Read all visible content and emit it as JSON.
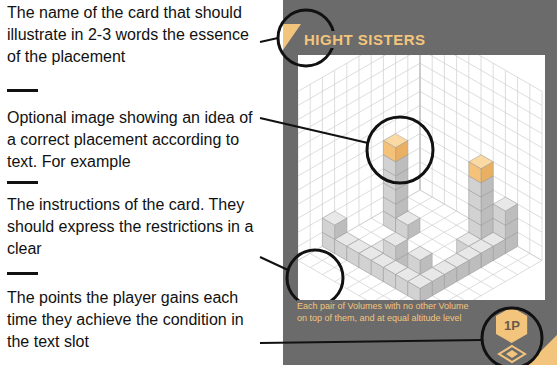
{
  "diagram": {
    "nodes": [
      {
        "text": [
          "HIGHT SISTERS",
          "Each pair of Volumes with no other Volume on top of them, and at equal altitude level"
        ]
      },
      {
        "text": [
          "1P"
        ],
        "in": 0
      }
    ],
    "labels": [
      "The name of the card that should illustrate in 2-3 words the essence of the placement",
      "Optional image showing an idea of a correct placement according to text. For example",
      "The instructions of the card. They should express the restrictions in a clear",
      "The points the player gains each time they achieve the condition in the text slot"
    ]
  }
}
